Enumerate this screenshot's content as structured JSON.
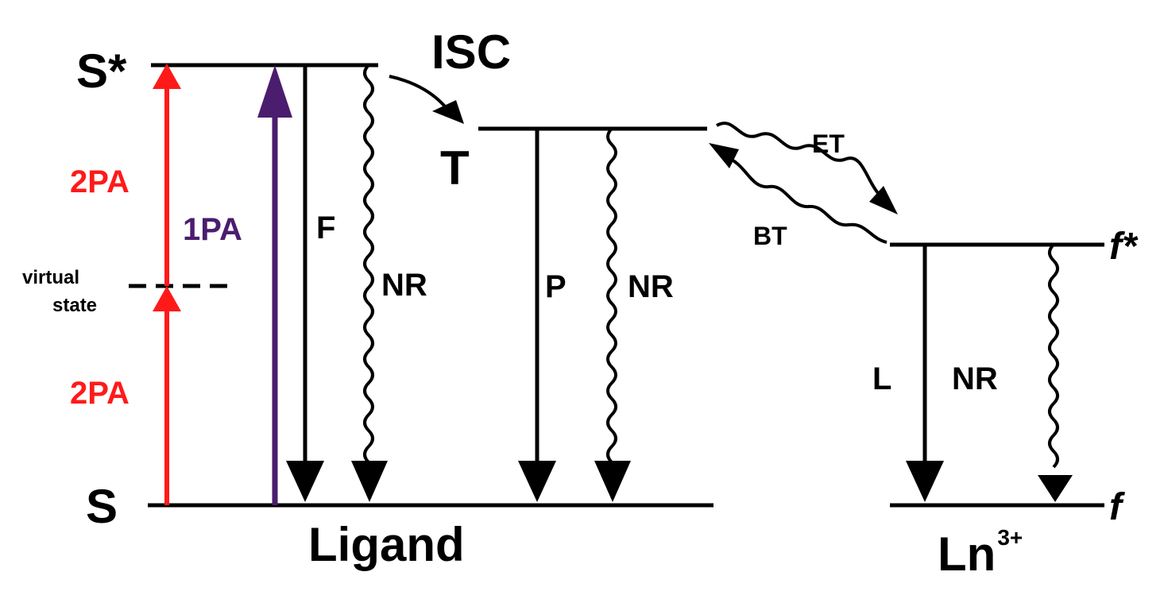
{
  "levels": {
    "s_star": "S*",
    "s": "S",
    "t": "T",
    "f_star": "f*",
    "f": "f"
  },
  "groups": {
    "ligand": "Ligand",
    "lanthanide_base": "Ln",
    "lanthanide_charge": "3+"
  },
  "processes": {
    "two_pa_upper": "2PA",
    "two_pa_lower": "2PA",
    "one_pa": "1PA",
    "fluorescence": "F",
    "nr_singlet": "NR",
    "isc": "ISC",
    "phosphorescence": "P",
    "nr_triplet": "NR",
    "et": "ET",
    "bt": "BT",
    "luminescence": "L",
    "nr_lanthanide": "NR"
  },
  "virtual_state": {
    "line1": "virtual",
    "line2": "state"
  },
  "colors": {
    "two_pa": "#ff1a1a",
    "one_pa": "#4b1d6e",
    "ink": "#000000"
  }
}
